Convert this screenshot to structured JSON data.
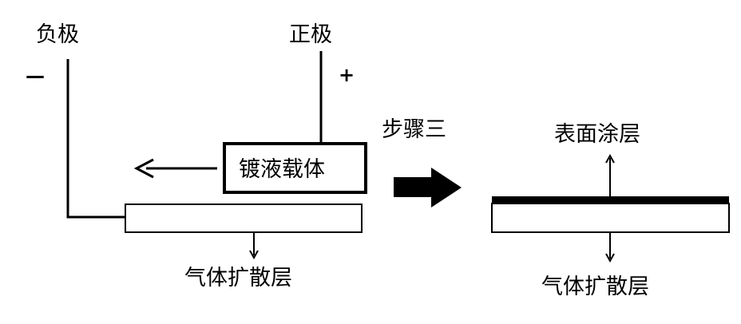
{
  "left_panel": {
    "negative_electrode_label": "负极",
    "negative_sign": "—",
    "positive_electrode_label": "正极",
    "positive_sign": "+",
    "plating_carrier_label": "镀液载体",
    "gas_diffusion_layer_label": "气体扩散层"
  },
  "step": {
    "label": "步骤三"
  },
  "right_panel": {
    "surface_coating_label": "表面涂层",
    "gas_diffusion_layer_label": "气体扩散层"
  },
  "colors": {
    "ink": "#000000",
    "background": "#ffffff"
  }
}
